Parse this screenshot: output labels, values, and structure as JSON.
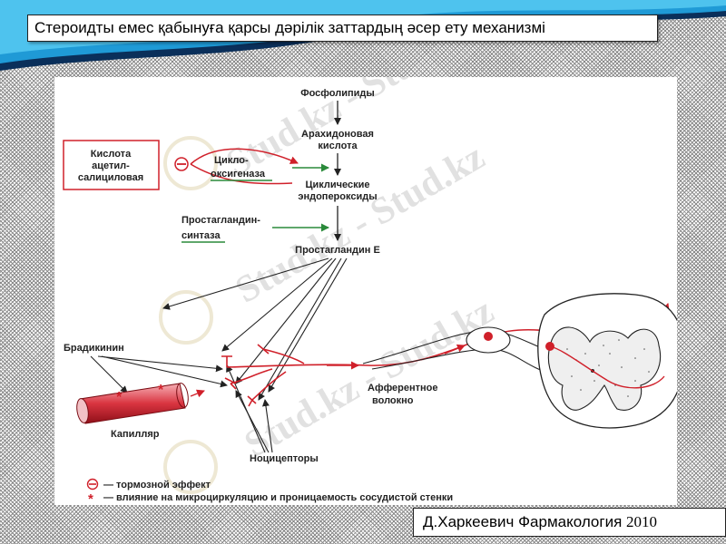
{
  "title": "Стероидты емес қабынуға қарсы дәрілік заттардың әсер ету механизмі",
  "diagram": {
    "phospholipids": "Фосфолипиды",
    "arachidonic": [
      "Арахидоновая",
      "кислота"
    ],
    "cyclic_endoperoxides": [
      "Циклические",
      "эндопероксиды"
    ],
    "prostaglandin_e": "Простагландин Е",
    "aspirin": [
      "Кислота",
      "ацетил-",
      "салициловая"
    ],
    "cyclooxygenase": [
      "Цикло-",
      "оксигеназа"
    ],
    "pg_synthase": [
      "Простагландин-",
      "синтаза"
    ],
    "bradykinin": "Брадикинин",
    "capillary": "Капилляр",
    "afferent_fiber": [
      "Афферентное",
      "волокно"
    ],
    "nociceptors": "Ноцицепторы",
    "inhibit_symbol": "⊖",
    "star_symbol": "*",
    "legend": [
      {
        "symbol": "⊖",
        "text": "— тормозной эффект"
      },
      {
        "symbol": "*",
        "text": "— влияние на микроциркуляцию и проницаемость сосудистой стенки"
      }
    ]
  },
  "watermark": "Stud.kz - Stud.kz",
  "citation": {
    "author": "Д.Харкеевич Фармакология",
    "year": "2010"
  },
  "colors": {
    "accent_red": "#d0202a",
    "arrow_green": "#2a8a3a",
    "wave_blue": "#1f9ad6",
    "wave_dark": "#0a2f5a"
  }
}
